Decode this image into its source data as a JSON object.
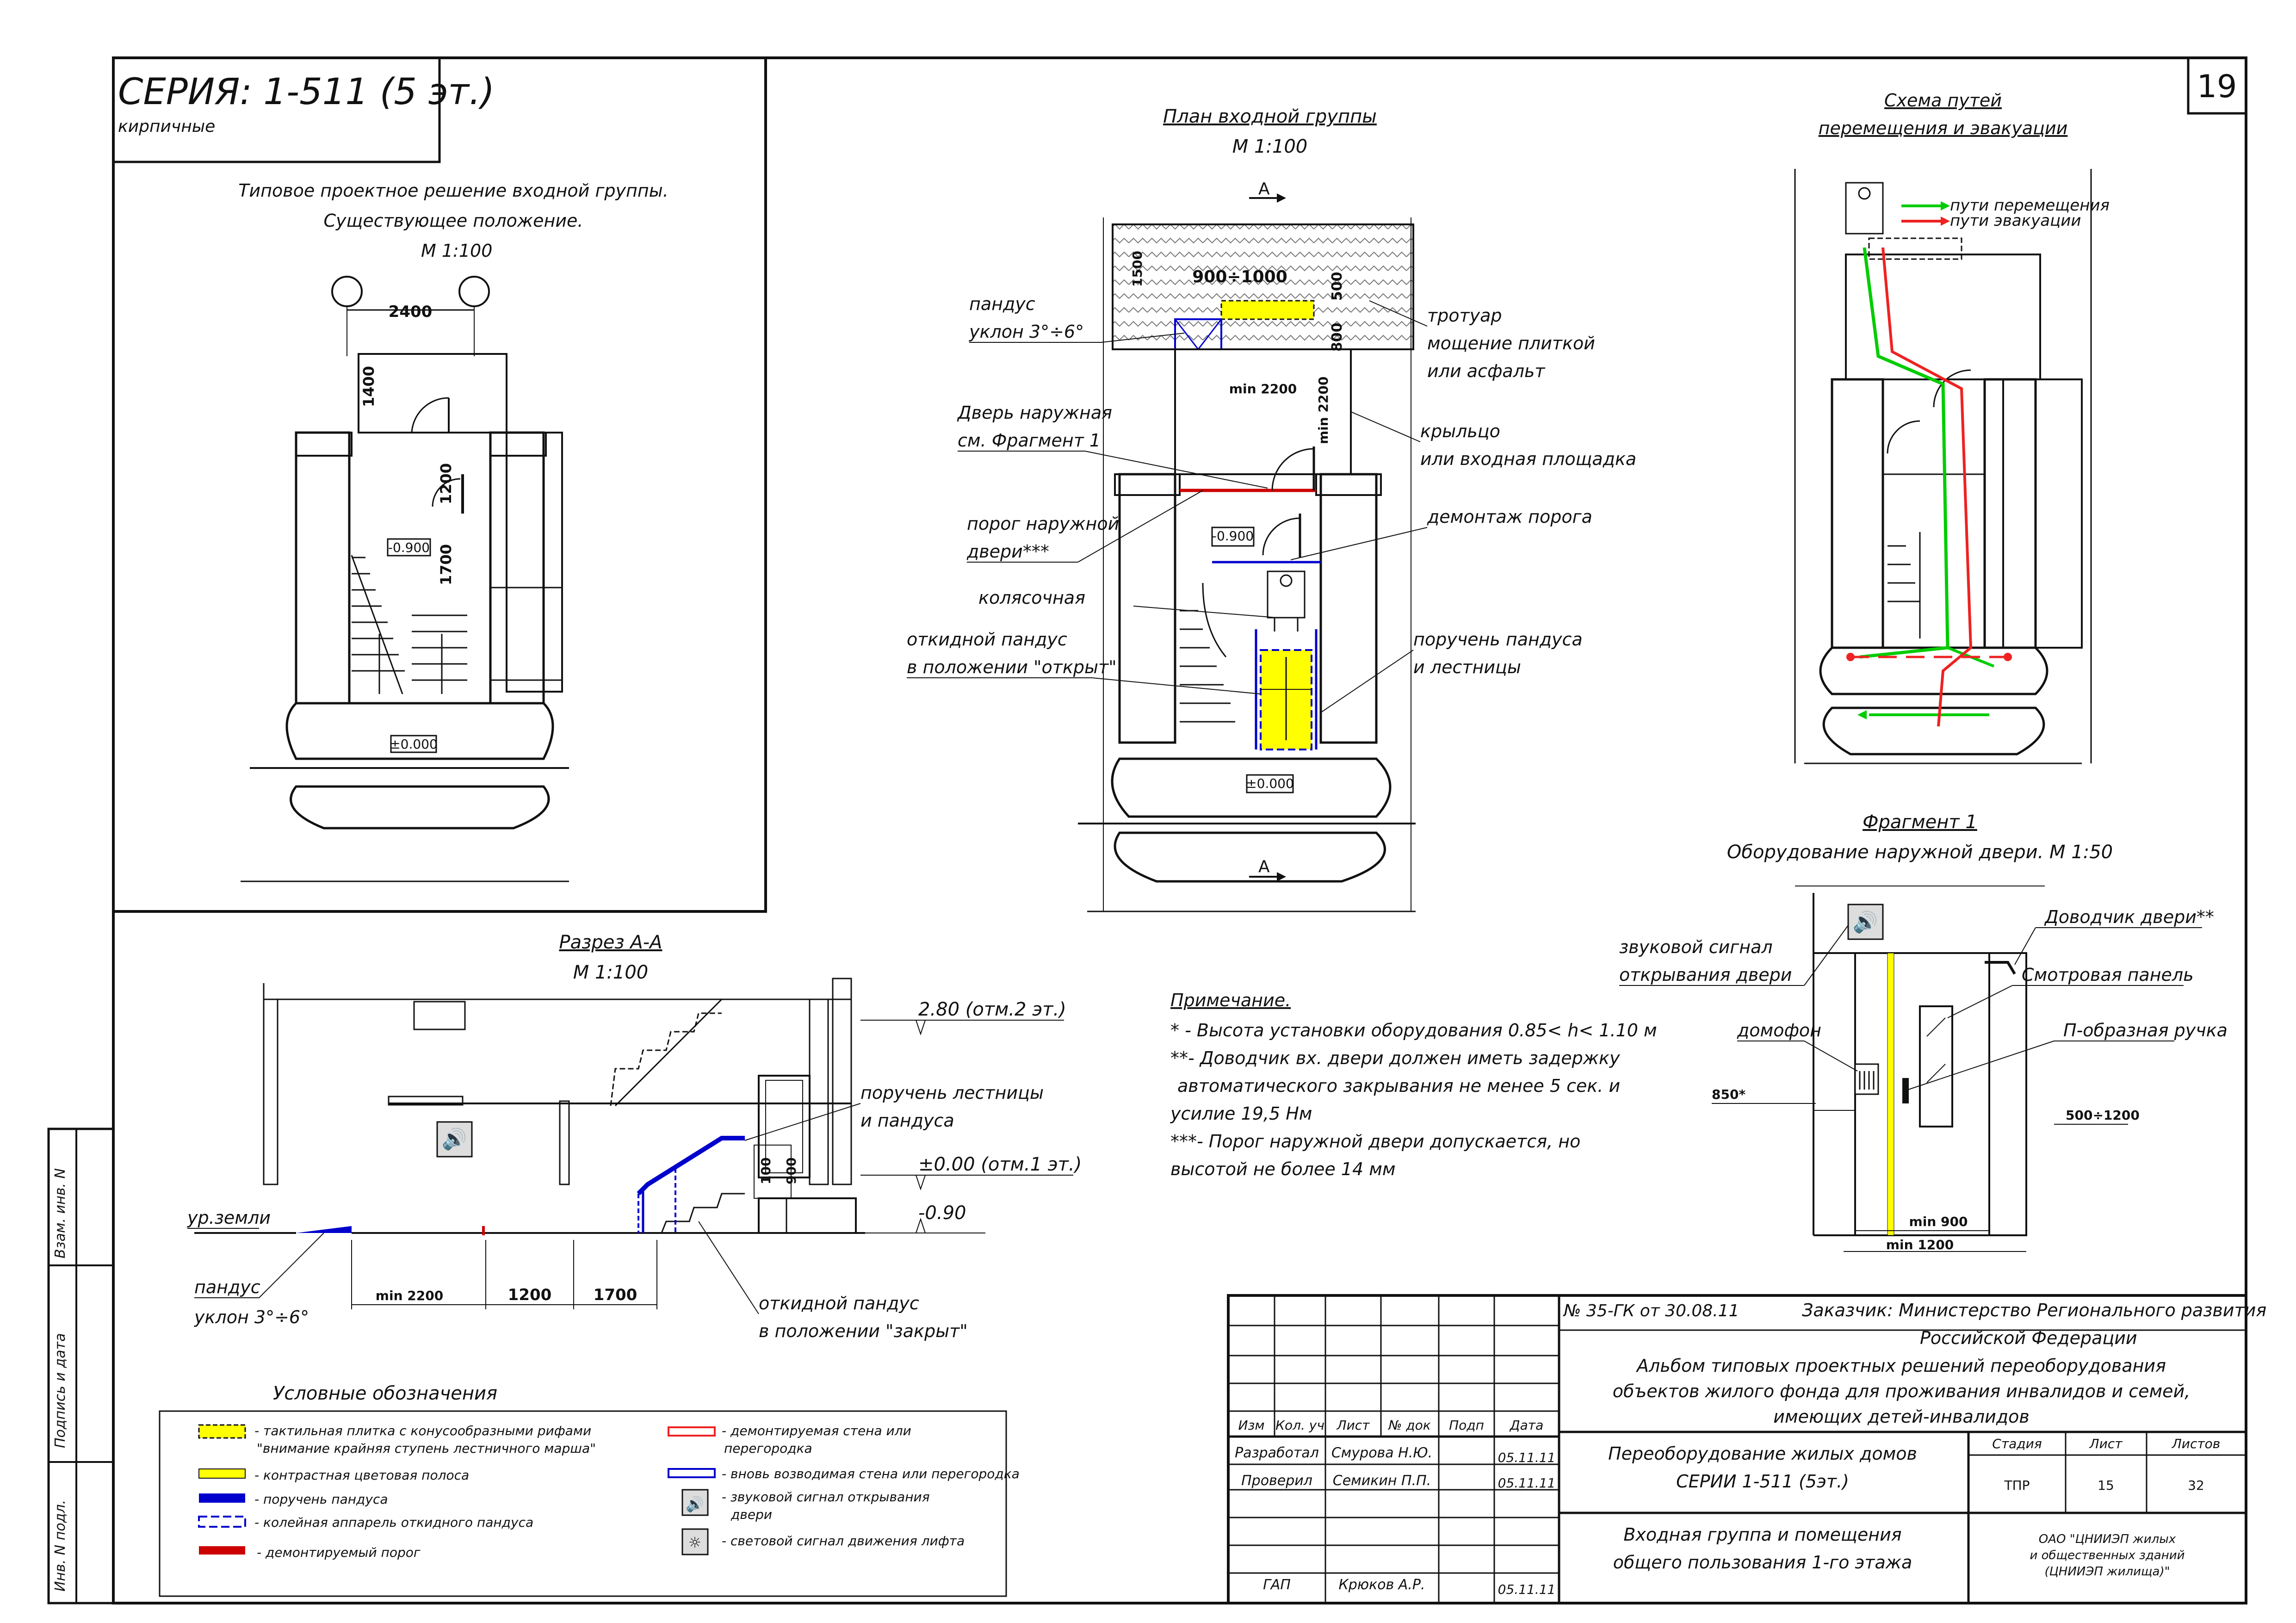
{
  "series": {
    "title": "СЕРИЯ: 1-511 (5 эт.)",
    "subtitle": "кирпичные"
  },
  "sheet_number": "19",
  "existing": {
    "title_line1": "Типовое проектное решение входной группы.",
    "title_line2": "Существующее положение.",
    "scale": "М 1:100",
    "dims": {
      "d2400": "2400",
      "d1400": "1400",
      "d1200": "1200",
      "d1700": "1700"
    },
    "levels": {
      "minus": "-0.900",
      "zero": "±0.000"
    }
  },
  "plan": {
    "title": "План входной группы",
    "scale": "М 1:100",
    "cut_label": "А",
    "dims": {
      "d1500": "1500",
      "d900_1000": "900÷1000",
      "d500": "500",
      "d800": "800",
      "min2200": "min 2200",
      "min2200v": "min 2200"
    },
    "levels": {
      "minus": "-0.900",
      "zero": "±0.000"
    },
    "left_labels": {
      "ramp1": "пандус",
      "ramp2": "уклон 3°÷6°",
      "door1": "Дверь наружная",
      "door2": "см. Фрагмент 1",
      "thr1": "порог наружной",
      "thr2": "двери***",
      "stroller": "колясочная",
      "fold1": "откидной пандус",
      "fold2": "в положении \"открыт\""
    },
    "right_labels": {
      "sidewalk1": "тротуар",
      "sidewalk2": "мощение плиткой",
      "sidewalk3": "или асфальт",
      "porch1": "крыльцо",
      "porch2": "или входная площадка",
      "dismantle": "демонтаж порога",
      "rail1": "поручень пандуса",
      "rail2": "и лестницы"
    }
  },
  "evac": {
    "title1": "Схема путей",
    "title2": "перемещения и эвакуации",
    "legend_move": "пути перемещения",
    "legend_evac": "пути эвакуации"
  },
  "fragment": {
    "title": "Фрагмент 1",
    "subtitle": "Оборудование наружной двери. М 1:50",
    "labels": {
      "sound1": "звуковой сигнал",
      "sound2": "открывания двери",
      "intercom": "домофон",
      "closer": "Доводчик двери**",
      "panel": "Смотровая панель",
      "handle": "П-образная ручка"
    },
    "dims": {
      "h850": "850*",
      "d500_1200": "500÷1200",
      "min900": "min 900",
      "min1200": "min 1200"
    }
  },
  "section": {
    "title": "Разрез А-А",
    "scale": "М 1:100",
    "labels": {
      "ground": "ур.земли",
      "ramp1": "пандус",
      "ramp2": "уклон 3°÷6°",
      "rail1": "поручень лестницы",
      "rail2": "и пандуса",
      "fold1": "откидной пандус",
      "fold2": "в положении \"закрыт\""
    },
    "levels": {
      "l280": "2.80 (отм.2 эт.)",
      "l000": "±0.00 (отм.1 эт.)",
      "l090": "-0.90"
    },
    "dims": {
      "min2200": "min 2200",
      "d1200": "1200",
      "d1700": "1700",
      "d900": "900",
      "d100": "100"
    }
  },
  "notes": {
    "heading": "Примечание.",
    "line1": "* - Высота установки оборудования 0.85< h< 1.10 м",
    "line2": "**- Доводчик вх. двери должен иметь задержку",
    "line3": "автоматического закрывания не менее 5 сек. и",
    "line4": "усилие 19,5 Нм",
    "line5": "***- Порог наружной двери допускается, но",
    "line6": "высотой не более 14 мм"
  },
  "legend": {
    "title": "Условные обозначения",
    "items": {
      "tactile1": "- тактильная плитка с конусообразными рифами",
      "tactile2": "\"внимание крайняя ступень лестничного марша\"",
      "contrast": "- контрастная цветовая полоса",
      "rail": "- поручень пандуса",
      "rails_fold": "- колейная аппарель откидного пандуса",
      "threshold": "- демонтируемый порог",
      "dismantled1": "- демонтируемая стена или",
      "dismantled2": "перегородка",
      "new_wall": "- вновь возводимая стена или перегородка",
      "sound1": "- звуковой сигнал открывания",
      "sound2": "двери",
      "light": "- световой сигнал движения лифта"
    }
  },
  "side_stamp": {
    "s1": "Взам. инв. N",
    "s2": "Подпись и дата",
    "s3": "Инв. N подл."
  },
  "title_block": {
    "contract": "№ 35-ГК от 30.08.11",
    "customer1": "Заказчик: Министерство Регионального развития",
    "customer2": "Российской Федерации",
    "album1": "Альбом типовых проектных решений переоборудования",
    "album2": "объектов жилого фонда для проживания инвалидов и семей,",
    "album3": "имеющих детей-инвалидов",
    "headers": {
      "izm": "Изм",
      "kol": "Кол. уч",
      "list": "Лист",
      "doc": "№ док",
      "sign": "Подп",
      "date": "Дата"
    },
    "roles": {
      "dev_role": "Разработал",
      "dev_name": "Смурова Н.Ю.",
      "dev_date": "05.11.11",
      "chk_role": "Проверил",
      "chk_name": "Семикин П.П.",
      "chk_date": "05.11.11",
      "gap_role": "ГАП",
      "gap_name": "Крюков А.Р.",
      "gap_date": "05.11.11"
    },
    "work1": "Переоборудование жилых домов",
    "work2": "СЕРИИ 1-511 (5эт.)",
    "sheet_name1": "Входная группа и помещения",
    "sheet_name2": "общего пользования 1-го этажа",
    "stage_h": "Стадия",
    "list_h": "Лист",
    "lists_h": "Листов",
    "stage": "ТПР",
    "list": "15",
    "lists": "32",
    "org1": "ОАО \"ЦНИИЭП жилых",
    "org2": "и общественных зданий",
    "org3": "(ЦНИИЭП жилища)\""
  }
}
